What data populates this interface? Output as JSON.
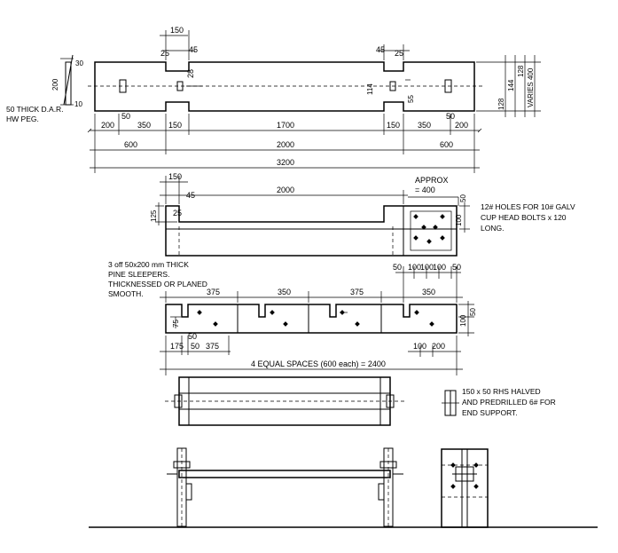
{
  "plan": {
    "dims_top": [
      "150",
      "25",
      "45",
      "28",
      "45",
      "25"
    ],
    "peg_dims": [
      "30",
      "200",
      "10"
    ],
    "right_dims": [
      "128",
      "144",
      "128",
      "VARIES 400"
    ],
    "inner_dims": [
      "114",
      "55"
    ],
    "dims_row1": [
      "50",
      "50"
    ],
    "dims_row2": [
      "200",
      "350",
      "150",
      "1700",
      "150",
      "350",
      "200"
    ],
    "dims_row3": [
      "600",
      "2000",
      "600"
    ],
    "dims_row4": "3200",
    "peg_note": [
      "50 THICK D.A.R.",
      "HW PEG."
    ]
  },
  "elevation": {
    "dims": [
      "150",
      "45",
      "25",
      "125",
      "2000"
    ],
    "approx": [
      "APPROX",
      "= 400"
    ],
    "right_dims": [
      "50",
      "100"
    ],
    "holes_note": [
      "12# HOLES FOR 10# GALV",
      "CUP HEAD BOLTS x 120",
      "LONG."
    ]
  },
  "sleeper": {
    "note": [
      "3 off 50x200 mm THICK",
      "PINE SLEEPERS.",
      "THICKNESSED OR PLANED",
      "SMOOTH."
    ],
    "top_dims": [
      "50",
      "100",
      "100",
      "100",
      "50"
    ],
    "seg_dims": [
      "375",
      "350",
      "375",
      "350"
    ],
    "side_dims": [
      "75",
      "100",
      "50"
    ],
    "bottom_dims": [
      "50",
      "175",
      "50",
      "375",
      "100",
      "200"
    ],
    "spaces": "4 EQUAL SPACES (600 each) = 2400"
  },
  "rhs_note": [
    "150 x 50 RHS HALVED",
    "AND PREDRILLED 6# FOR",
    "END SUPPORT."
  ]
}
